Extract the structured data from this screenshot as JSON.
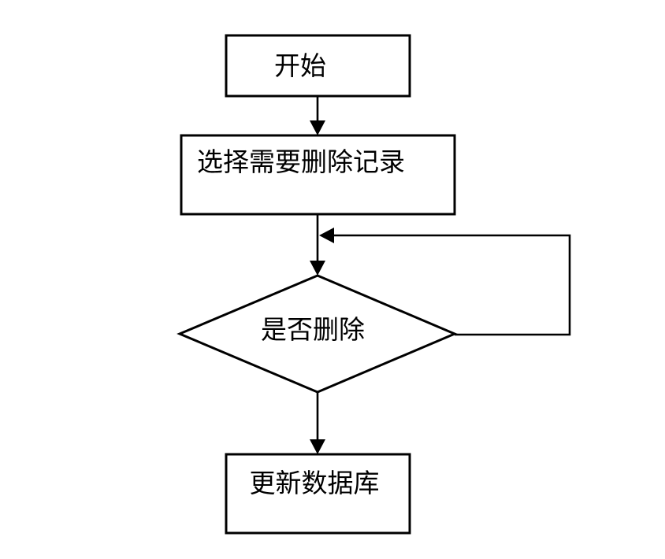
{
  "flowchart": {
    "background_color": "#ffffff",
    "shape_fill": "#ffffff",
    "stroke_color": "#000000",
    "text_color": "#000000",
    "nodes": {
      "start": {
        "shape": "rectangle",
        "label": "开始"
      },
      "select_records": {
        "shape": "rectangle",
        "label": "选择需要删除记录"
      },
      "confirm_delete": {
        "shape": "diamond",
        "label": "是否删除"
      },
      "update_database": {
        "shape": "rectangle",
        "label": "更新数据库"
      }
    },
    "edges": [
      {
        "from": "start",
        "to": "select_records",
        "style": "arrow-down"
      },
      {
        "from": "select_records",
        "to": "confirm_delete",
        "style": "arrow-down"
      },
      {
        "from": "confirm_delete",
        "to": "connector-above-confirm_delete",
        "style": "loop-back-right"
      },
      {
        "from": "confirm_delete",
        "to": "update_database",
        "style": "arrow-down"
      }
    ]
  }
}
